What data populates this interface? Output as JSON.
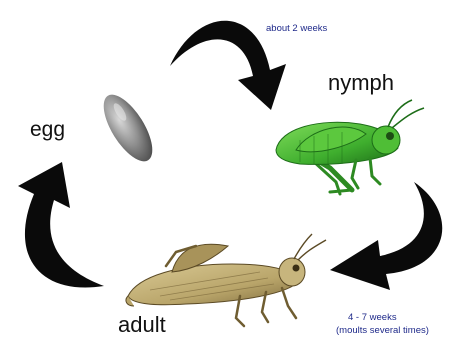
{
  "stages": {
    "egg": "egg",
    "nymph": "nymph",
    "adult": "adult"
  },
  "notes": {
    "egg_to_nymph": "about 2 weeks",
    "nymph_to_adult_line1": "4 - 7 weeks",
    "nymph_to_adult_line2": "(moults several times)"
  },
  "colors": {
    "arrow": "#0a0a0a",
    "note_text": "#1f2a8a",
    "nymph": "#3fae2e",
    "adult": "#b9a56a",
    "egg": "#8e8e8e"
  },
  "icons": {
    "egg": "egg-icon",
    "nymph": "nymph-grasshopper-icon",
    "adult": "adult-grasshopper-icon"
  }
}
